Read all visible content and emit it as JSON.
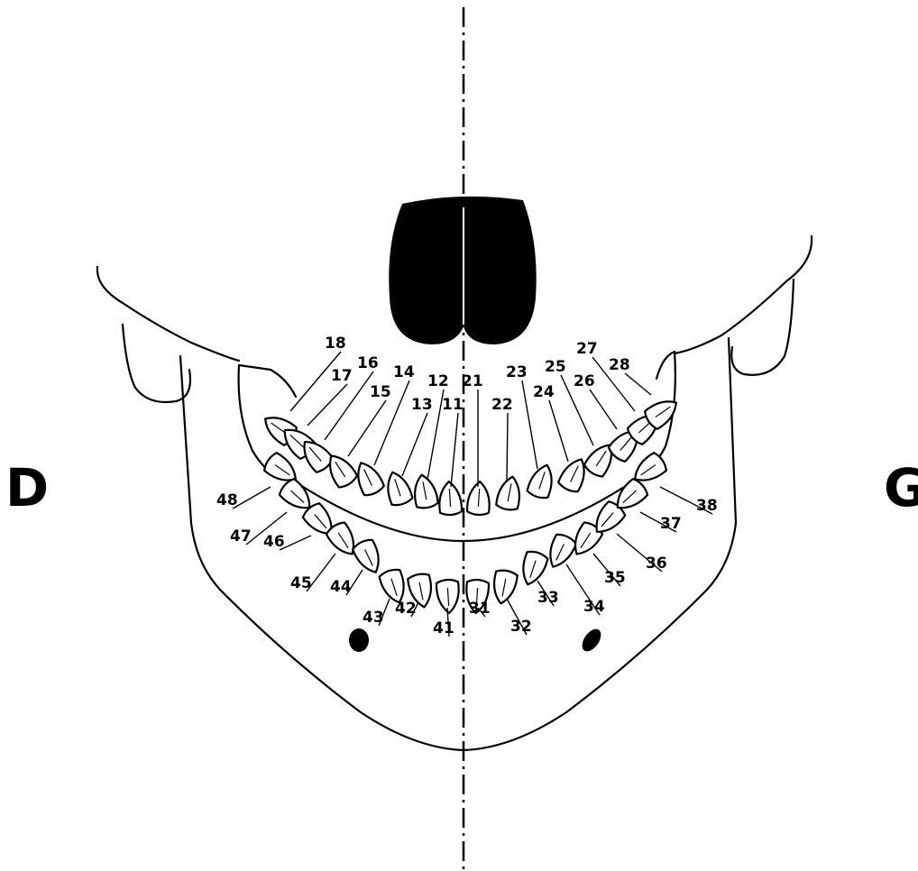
{
  "sides": {
    "left": "D",
    "right": "G"
  },
  "upper_teeth": [
    "18",
    "17",
    "16",
    "15",
    "14",
    "13",
    "12",
    "11",
    "21",
    "22",
    "23",
    "24",
    "25",
    "26",
    "27",
    "28"
  ],
  "lower_teeth": [
    "48",
    "47",
    "46",
    "45",
    "44",
    "43",
    "42",
    "41",
    "31",
    "32",
    "33",
    "34",
    "35",
    "36",
    "37",
    "38"
  ],
  "colors": {
    "ink": "#000000",
    "background": "#ffffff",
    "tongue": "#000000"
  }
}
